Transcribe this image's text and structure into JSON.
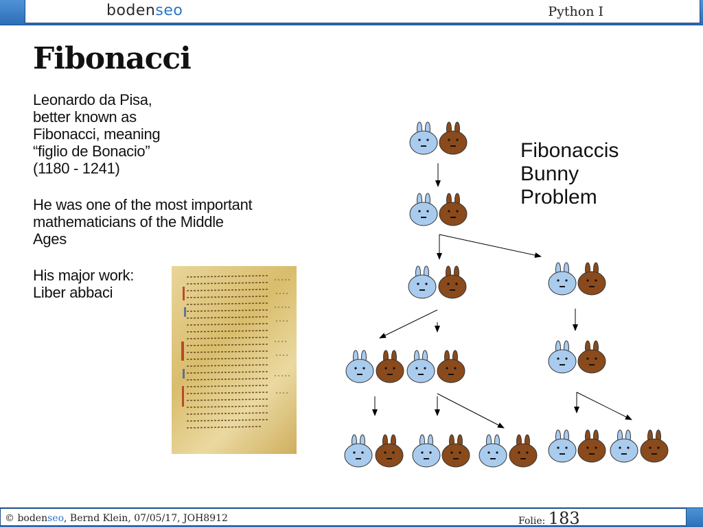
{
  "header": {
    "logo_main": "boden",
    "logo_accent": "seo",
    "course": "Python I"
  },
  "slide": {
    "title": "Fibonacci",
    "intro": "Leonardo da Pisa,\nbetter known as\nFibonacci, meaning\n“figlio de Bonacio”\n(1180 - 1241)",
    "importance": "He was one of the most important\nmathematicians of the Middle\nAges",
    "work": "His major work:\nLiber abbaci",
    "diagram_title": "Fibonaccis\nBunny\nProblem"
  },
  "colors": {
    "blue_bunny": "#a9cbee",
    "brown_bunny": "#8a4a1c",
    "header_blue": "#2c6fb8",
    "logo_accent": "#2b76c8"
  },
  "footer": {
    "copyright_prefix": "© boden",
    "copyright_accent": "seo",
    "copyright_rest": ", Bernd Klein, 07/05/17, JOH8912",
    "folie_label": "Folie:",
    "folie_number": "183"
  }
}
